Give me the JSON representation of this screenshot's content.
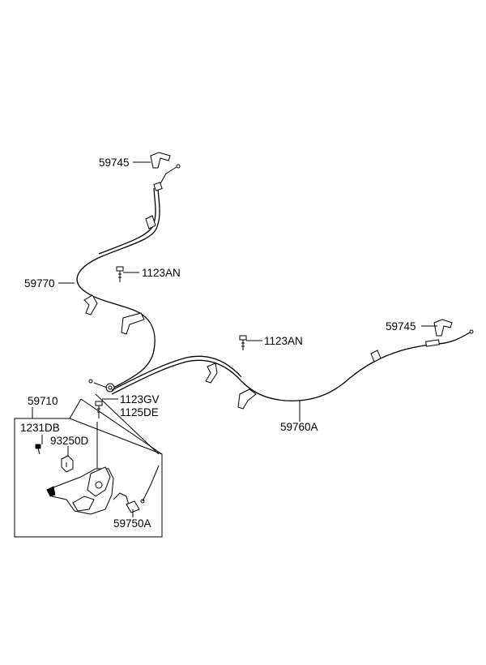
{
  "part_labels": {
    "bracket_top": "59745",
    "bracket_right": "59745",
    "cable_front": "59770",
    "bolt_upper_left": "1123AN",
    "bolt_upper_right": "1123AN",
    "cable_rear": "59760A",
    "lever_assembly": "59710",
    "bolt_lower_1": "1123GV",
    "bolt_lower_2": "1125DE",
    "bolt_lever": "1231DB",
    "clip_lever": "93250D",
    "cable_equalizer": "59750A"
  },
  "colors": {
    "line": "#000000",
    "background": "#ffffff"
  }
}
